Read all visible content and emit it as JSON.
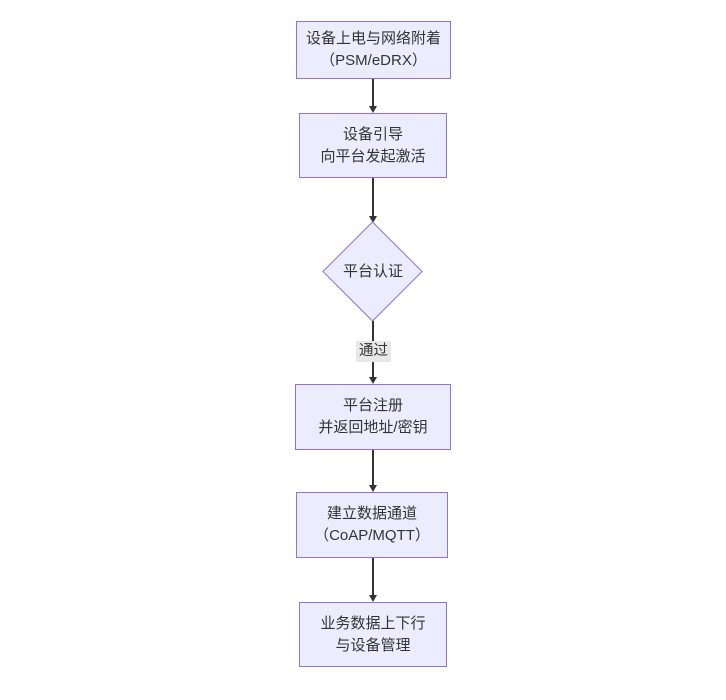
{
  "flowchart": {
    "type": "flowchart",
    "direction": "top-down",
    "nodes": [
      {
        "id": "power-network-attach",
        "shape": "rect",
        "lines": [
          "设备上电与网络附着",
          "（PSM/eDRX）"
        ]
      },
      {
        "id": "bootstrap-activate",
        "shape": "rect",
        "lines": [
          "设备引导",
          "向平台发起激活"
        ]
      },
      {
        "id": "platform-auth",
        "shape": "diamond",
        "label": "平台认证"
      },
      {
        "id": "platform-register",
        "shape": "rect",
        "lines": [
          "平台注册",
          "并返回地址/密钥"
        ]
      },
      {
        "id": "data-channel",
        "shape": "rect",
        "lines": [
          "建立数据通道",
          "（CoAP/MQTT）"
        ]
      },
      {
        "id": "business-data",
        "shape": "rect",
        "lines": [
          "业务数据上下行",
          "与设备管理"
        ]
      }
    ],
    "edges": [
      {
        "from": "power-network-attach",
        "to": "bootstrap-activate",
        "label": ""
      },
      {
        "from": "bootstrap-activate",
        "to": "platform-auth",
        "label": ""
      },
      {
        "from": "platform-auth",
        "to": "platform-register",
        "label": "通过"
      },
      {
        "from": "platform-register",
        "to": "data-channel",
        "label": ""
      },
      {
        "from": "data-channel",
        "to": "business-data",
        "label": ""
      }
    ],
    "colors": {
      "node_fill": "#ECECFF",
      "node_border": "#9370DB",
      "text": "#333333",
      "edge": "#333333",
      "edge_label_bg": "#e8e8e8",
      "background": "#ffffff"
    }
  }
}
